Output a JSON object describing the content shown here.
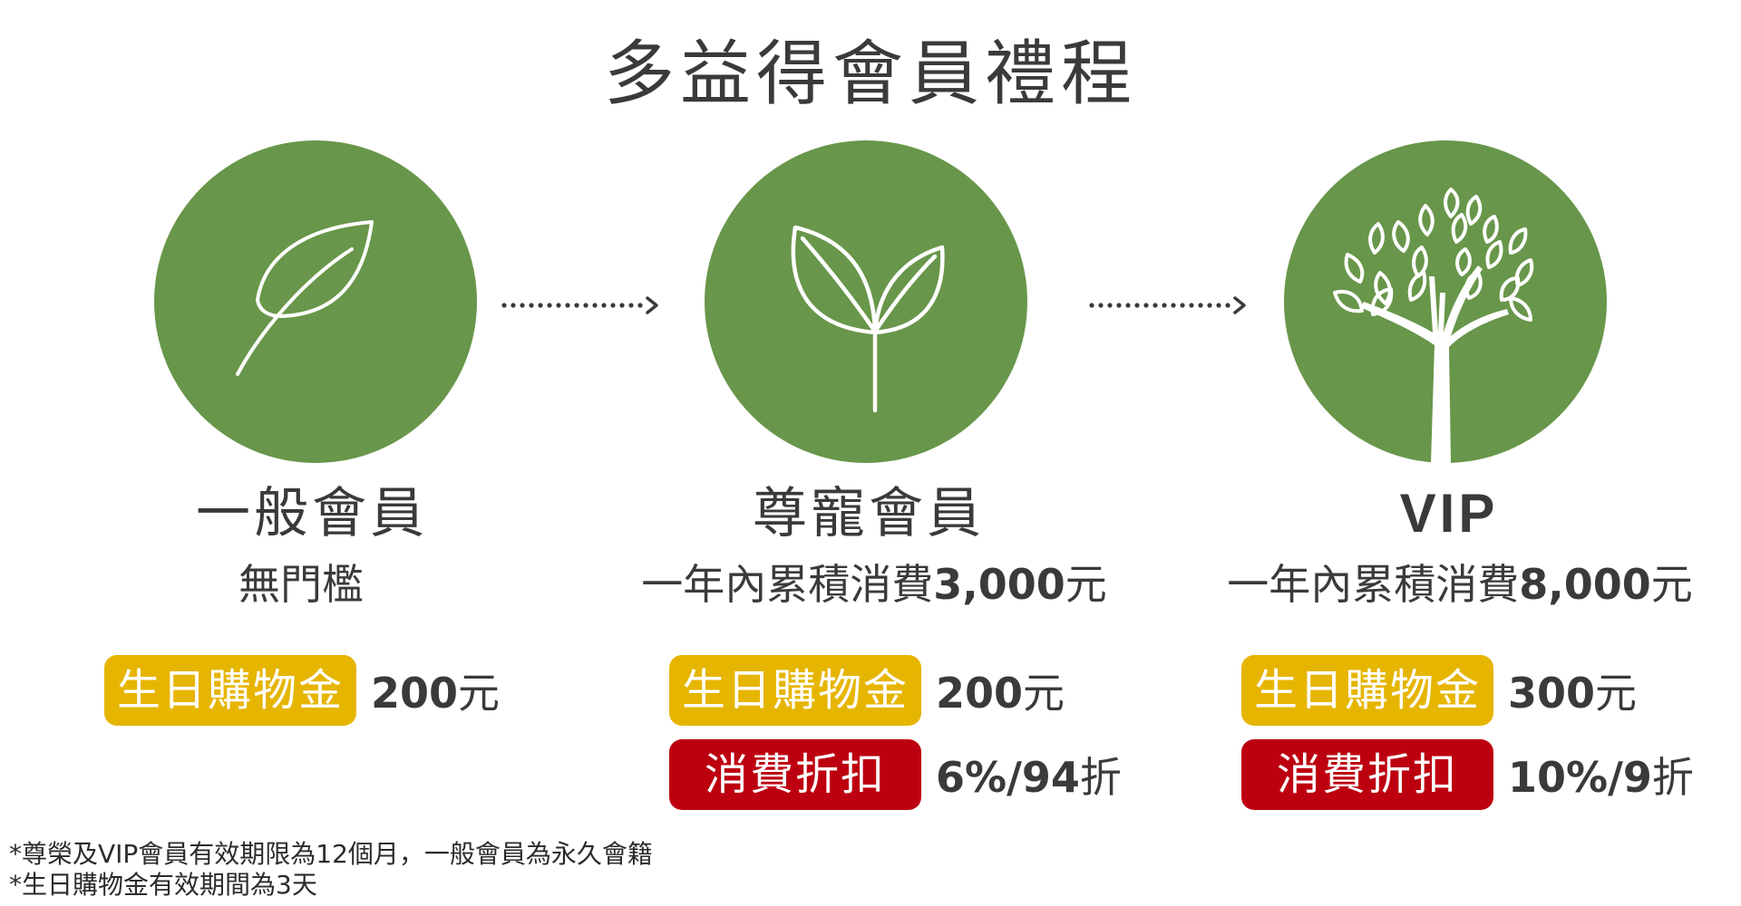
{
  "title": "多益得會員禮程",
  "tiers": [
    {
      "name": "一般會員",
      "requirement": "無門檻",
      "requirement_amount": "",
      "requirement_unit": "",
      "benefits": [
        {
          "label": "生日購物金",
          "value": "200",
          "unit": "元",
          "style": "yellow"
        }
      ]
    },
    {
      "name": "尊寵會員",
      "requirement": "一年內累積消費",
      "requirement_amount": "3,000",
      "requirement_unit": "元",
      "benefits": [
        {
          "label": "生日購物金",
          "value": "200",
          "unit": "元",
          "style": "yellow"
        },
        {
          "label": "消費折扣",
          "value": "6%/94",
          "unit": "折",
          "style": "red"
        }
      ]
    },
    {
      "name": "VIP",
      "requirement": "一年內累積消費",
      "requirement_amount": "8,000",
      "requirement_unit": "元",
      "benefits": [
        {
          "label": "生日購物金",
          "value": "300",
          "unit": "元",
          "style": "yellow"
        },
        {
          "label": "消費折扣",
          "value": "10%/9",
          "unit": "折",
          "style": "red"
        }
      ]
    }
  ],
  "footnotes": [
    "*尊榮及VIP會員有效期限為12個月，一般會員為永久會籍",
    "*生日購物金有效期間為3天"
  ],
  "colors": {
    "circle_green": "#68964a",
    "badge_yellow": "#e6b500",
    "badge_red": "#bd0010",
    "text_dark": "#3a3a3a"
  },
  "icons": [
    "leaf-icon",
    "sprout-icon",
    "tree-icon",
    "dotted-arrow-icon"
  ]
}
